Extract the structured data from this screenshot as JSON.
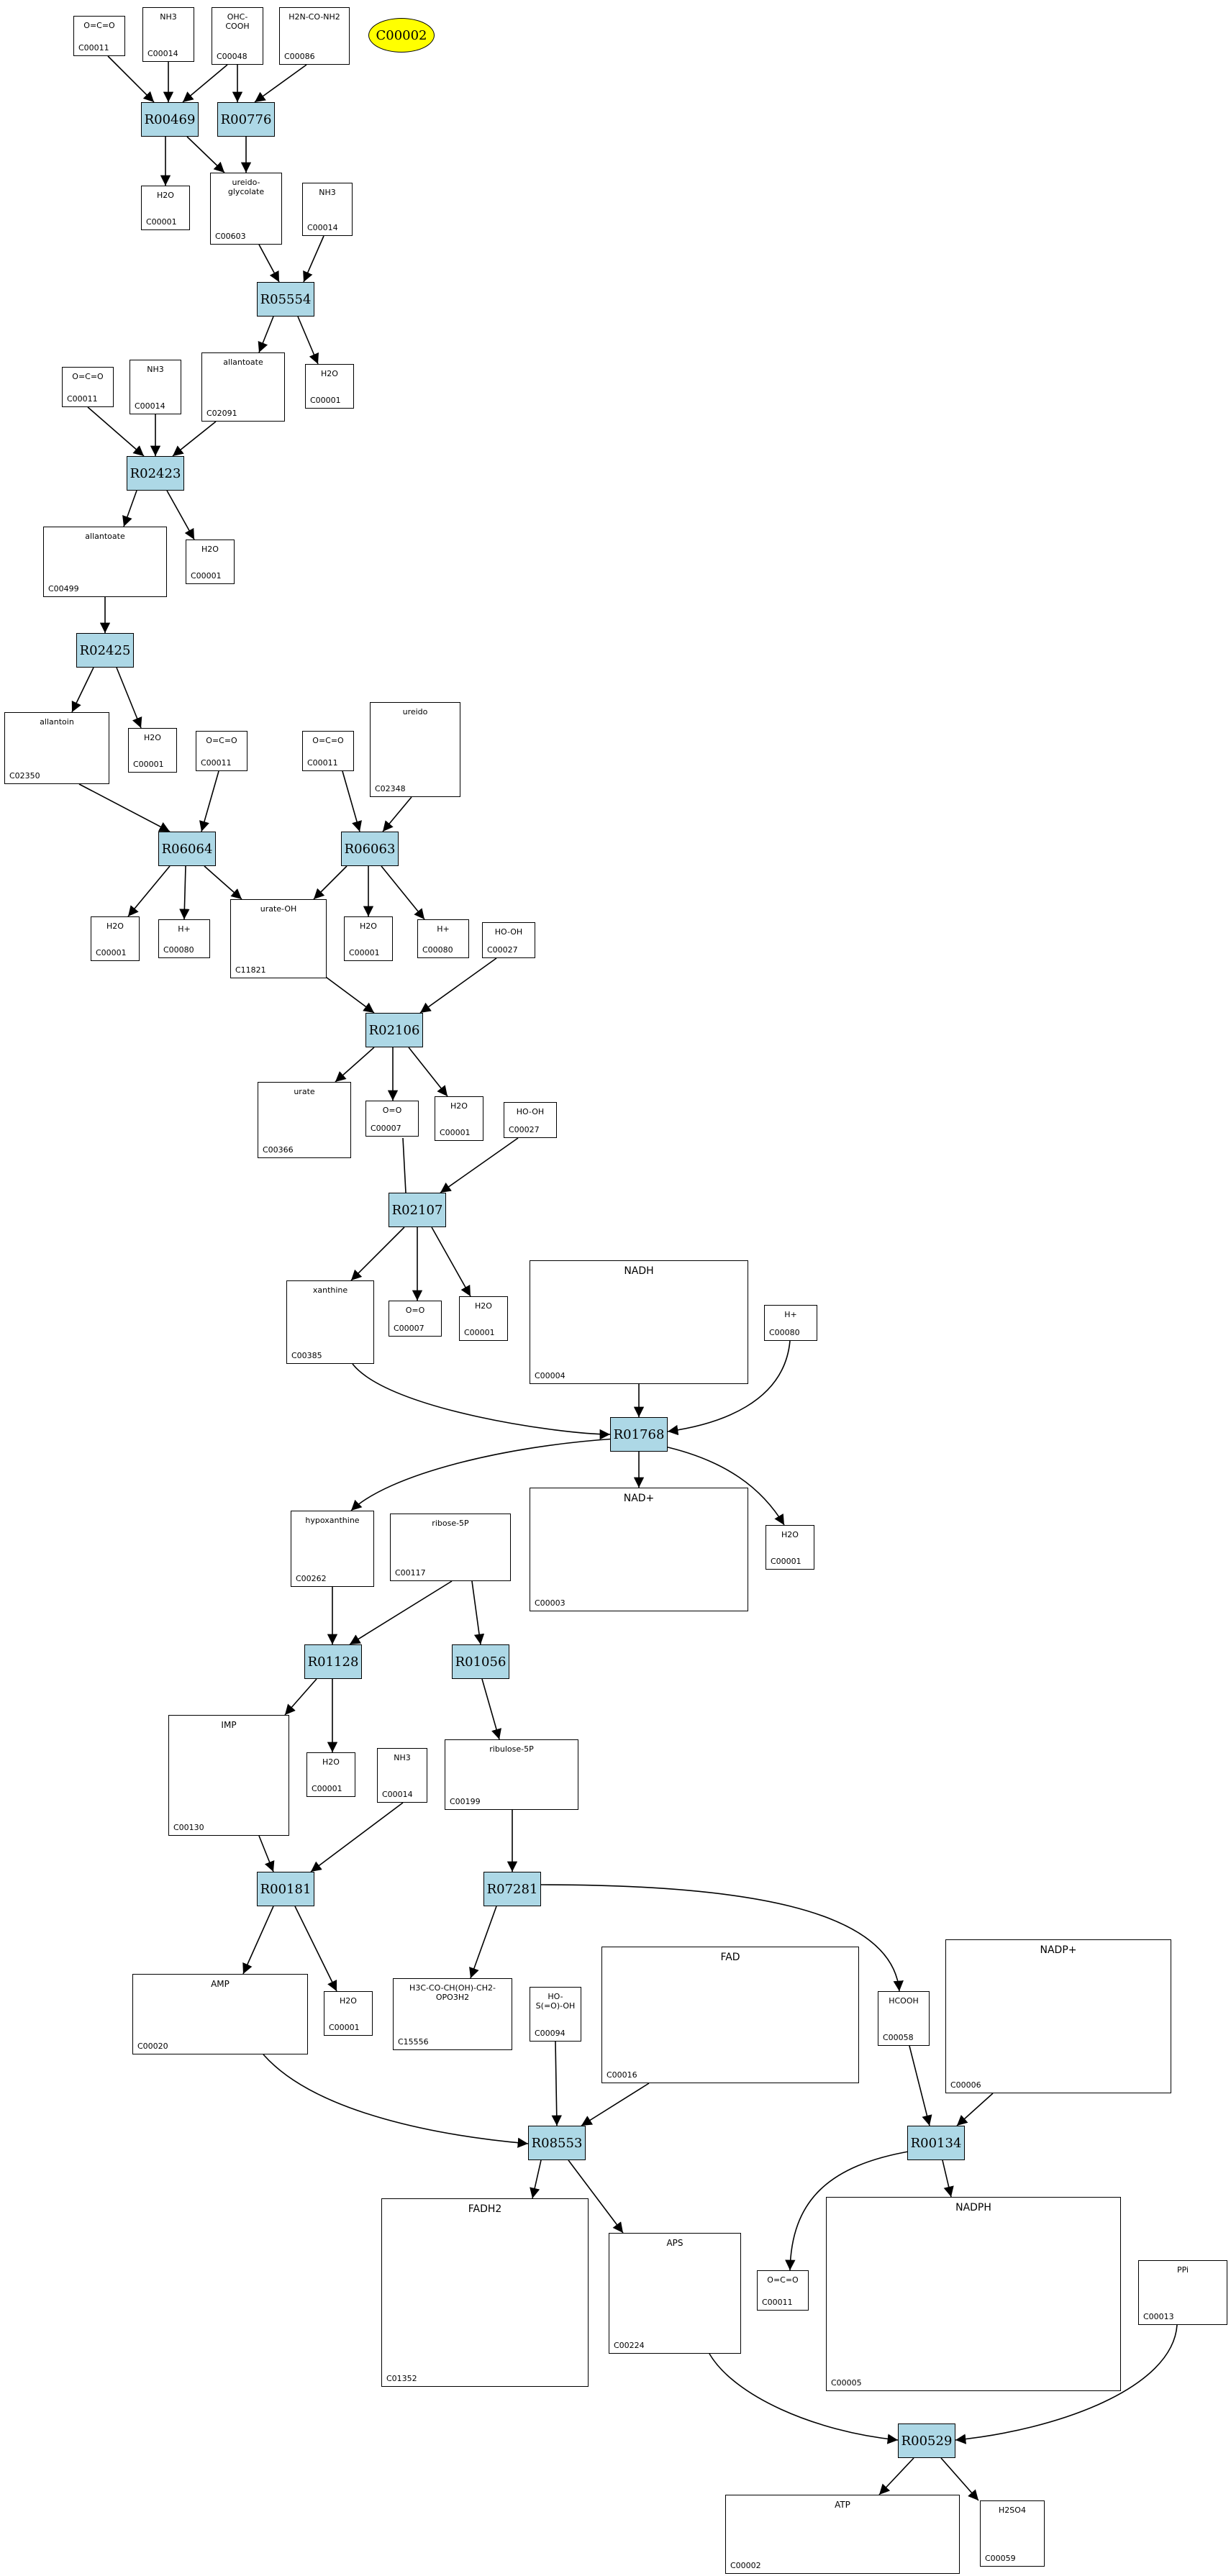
{
  "highlight": {
    "id": "C00002",
    "color": "#ffff00"
  },
  "reaction_color": "#add8e6",
  "reactions": [
    "R00469",
    "R00776",
    "R05554",
    "R02423",
    "R02425",
    "R06064",
    "R06063",
    "R02106",
    "R02107",
    "R01768",
    "R01128",
    "R01056",
    "R00181",
    "R07281",
    "R08553",
    "R00134",
    "R00529"
  ],
  "compounds": [
    {
      "id": "c01",
      "label": "C00011",
      "formula": "O=C=O"
    },
    {
      "id": "c02",
      "label": "C00014",
      "formula": "NH3"
    },
    {
      "id": "c03",
      "label": "C00048",
      "formula": "OHC-COOH"
    },
    {
      "id": "c04",
      "label": "C00086",
      "formula": "H2N-CO-NH2"
    },
    {
      "id": "c05",
      "label": "C00001",
      "formula": "H2O"
    },
    {
      "id": "c06",
      "label": "C00603",
      "formula": "ureido-glycolate"
    },
    {
      "id": "c07",
      "label": "C00014",
      "formula": "NH3"
    },
    {
      "id": "c08",
      "label": "C02091",
      "formula": "allantoate"
    },
    {
      "id": "c09",
      "label": "C00001",
      "formula": "H2O"
    },
    {
      "id": "c10",
      "label": "C00011",
      "formula": "O=C=O"
    },
    {
      "id": "c11",
      "label": "C00014",
      "formula": "NH3"
    },
    {
      "id": "c12",
      "label": "C00499",
      "formula": "allantoate"
    },
    {
      "id": "c13",
      "label": "C00001",
      "formula": "H2O"
    },
    {
      "id": "c14",
      "label": "C02350",
      "formula": "allantoin"
    },
    {
      "id": "c15",
      "label": "C00001",
      "formula": "H2O"
    },
    {
      "id": "c16",
      "label": "C00011",
      "formula": "O=C=O"
    },
    {
      "id": "c17",
      "label": "C00011",
      "formula": "O=C=O"
    },
    {
      "id": "c18",
      "label": "C02348",
      "formula": "ureido"
    },
    {
      "id": "c19",
      "label": "C00001",
      "formula": "H2O"
    },
    {
      "id": "c20",
      "label": "C00080",
      "formula": "H+"
    },
    {
      "id": "c21",
      "label": "C11821",
      "formula": "urate-OH"
    },
    {
      "id": "c22",
      "label": "C00001",
      "formula": "H2O"
    },
    {
      "id": "c23",
      "label": "C00080",
      "formula": "H+"
    },
    {
      "id": "c24",
      "label": "C00027",
      "formula": "HO-OH"
    },
    {
      "id": "c25",
      "label": "C00366",
      "formula": "urate"
    },
    {
      "id": "c26",
      "label": "C00007",
      "formula": "O=O"
    },
    {
      "id": "c27",
      "label": "C00001",
      "formula": "H2O"
    },
    {
      "id": "c28",
      "label": "C00027",
      "formula": "HO-OH"
    },
    {
      "id": "c29",
      "label": "C00385",
      "formula": "xanthine"
    },
    {
      "id": "c30",
      "label": "C00007",
      "formula": "O=O"
    },
    {
      "id": "c31",
      "label": "C00001",
      "formula": "H2O"
    },
    {
      "id": "c32",
      "label": "C00004",
      "formula": "NADH"
    },
    {
      "id": "c33",
      "label": "C00080",
      "formula": "H+"
    },
    {
      "id": "c34",
      "label": "C00262",
      "formula": "hypoxanthine"
    },
    {
      "id": "c35",
      "label": "C00117",
      "formula": "ribose-5P"
    },
    {
      "id": "c36",
      "label": "C00003",
      "formula": "NAD+"
    },
    {
      "id": "c37",
      "label": "C00001",
      "formula": "H2O"
    },
    {
      "id": "c38",
      "label": "C00130",
      "formula": "IMP"
    },
    {
      "id": "c39",
      "label": "C00001",
      "formula": "H2O"
    },
    {
      "id": "c40",
      "label": "C00014",
      "formula": "NH3"
    },
    {
      "id": "c41",
      "label": "C00199",
      "formula": "ribulose-5P"
    },
    {
      "id": "c42",
      "label": "C00020",
      "formula": "AMP"
    },
    {
      "id": "c43",
      "label": "C00001",
      "formula": "H2O"
    },
    {
      "id": "c44",
      "label": "C15556",
      "formula": "H3C-CO-CH(OH)-CH2-OPO3H2"
    },
    {
      "id": "c45",
      "label": "C00094",
      "formula": "HO-S(=O)-OH"
    },
    {
      "id": "c46",
      "label": "C00016",
      "formula": "FAD"
    },
    {
      "id": "c47",
      "label": "C00058",
      "formula": "HCOOH"
    },
    {
      "id": "c48",
      "label": "C00006",
      "formula": "NADP+"
    },
    {
      "id": "c49",
      "label": "C01352",
      "formula": "FADH2"
    },
    {
      "id": "c50",
      "label": "C00224",
      "formula": "APS"
    },
    {
      "id": "c51",
      "label": "C00011",
      "formula": "O=C=O"
    },
    {
      "id": "c52",
      "label": "C00005",
      "formula": "NADPH"
    },
    {
      "id": "c53",
      "label": "C00013",
      "formula": "PPi"
    },
    {
      "id": "c54",
      "label": "C00002",
      "formula": "ATP"
    },
    {
      "id": "c55",
      "label": "C00059",
      "formula": "H2SO4"
    }
  ]
}
